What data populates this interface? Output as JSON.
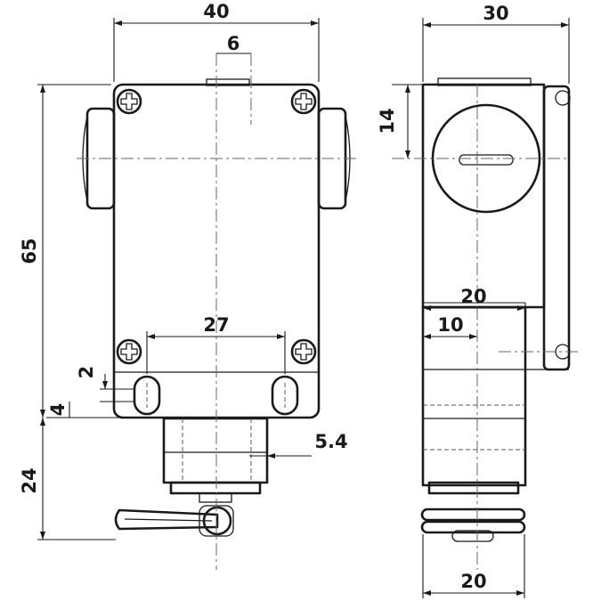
{
  "dimensions": {
    "width_front": "40",
    "offset_top": "6",
    "height_total": "65",
    "hole_spacing": "27",
    "slot_2": "2",
    "slot_4": "4",
    "bottom_24": "24",
    "nut_5_4": "5.4",
    "width_side": "30",
    "offset_14": "14",
    "side_20_upper": "20",
    "side_10": "10",
    "side_20_bottom": "20"
  }
}
